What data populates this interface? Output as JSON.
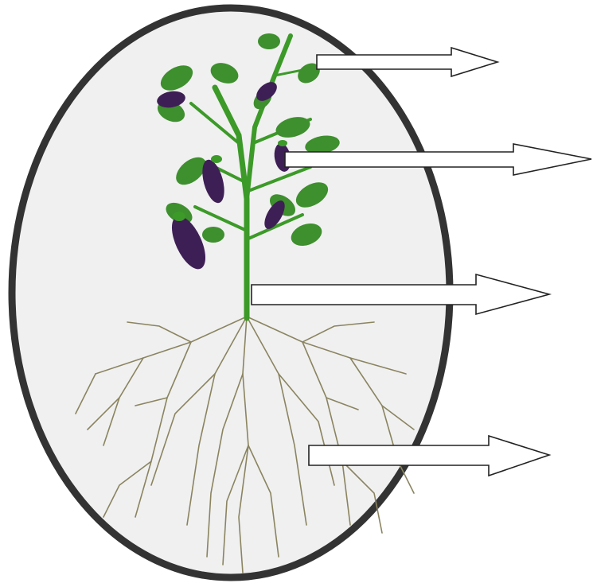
{
  "diagram": {
    "subject": "eggplant-plant",
    "parts": [
      {
        "id": "leaves"
      },
      {
        "id": "fruits"
      },
      {
        "id": "stem"
      },
      {
        "id": "roots"
      }
    ],
    "colors": {
      "background": "#ffffff",
      "oval_fill": "#f0f0f0",
      "oval_border": "#333333",
      "stem": "#3c9a28",
      "leaf": "#3e8f2e",
      "fruit": "#3e1f55",
      "root": "#8a8460",
      "arrow_fill": "#ffffff",
      "arrow_stroke": "#222222"
    }
  }
}
